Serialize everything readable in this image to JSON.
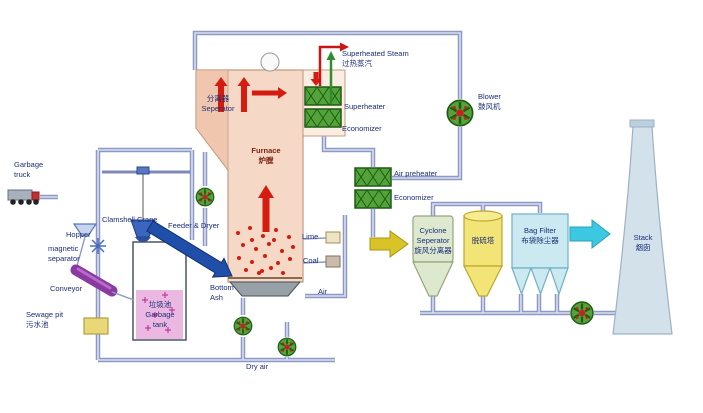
{
  "diagram": {
    "labels": {
      "garbage_truck": "Garbage\ntruck",
      "hopper": "Hopper",
      "clamshell_crane": "Clamshell Crane",
      "magnetic_separator": "magnetic\nseparator",
      "conveyor": "Conveyor",
      "sewage_pit": "Sewage pit\n污水池",
      "garbage_tank": "垃圾池\nGarbage\ntank",
      "separator": "分离器\nSeperator",
      "furnace": "Furnace\n炉膛",
      "feeder_dryer": "Feeder & Dryer",
      "lime": "Lime",
      "coal": "Coal",
      "bottom_ash": "Bottom\nAsh",
      "air": "Air",
      "dry_air": "Dry air",
      "superheated_steam": "Superheated Steam\n过热蒸汽",
      "superheater": "Superheater",
      "economizer_upper": "Economizer",
      "air_preheater": "Air preheater",
      "economizer_lower": "Economizer",
      "blower": "Blower\n鼓风机",
      "cyclone_separator": "Cyclone\nSeperator\n旋风分离器",
      "desulfurization_tower": "脱硫塔",
      "bag_filter": "Bag Filter\n布袋除尘器",
      "stack": "Stack\n烟囱"
    },
    "colors": {
      "pipe": "#8d99c4",
      "furnace_fill": "#f6d8c6",
      "heat_exchanger_green": "#53a33a",
      "fan_green": "#57a23b",
      "steam_red": "#cc1616",
      "flue_arrow_yellow": "#d8c428",
      "clean_gas_cyan": "#3cc8e0",
      "label_navy": "#1b2d78",
      "stack_fill": "#d3e1eb",
      "garbage_pink": "#eab8e0",
      "desulfurizer_yellow": "#f2e476",
      "bag_filter_cyan": "#cbe9f1",
      "feeder_arrow_blue": "#1f4fa8"
    }
  }
}
